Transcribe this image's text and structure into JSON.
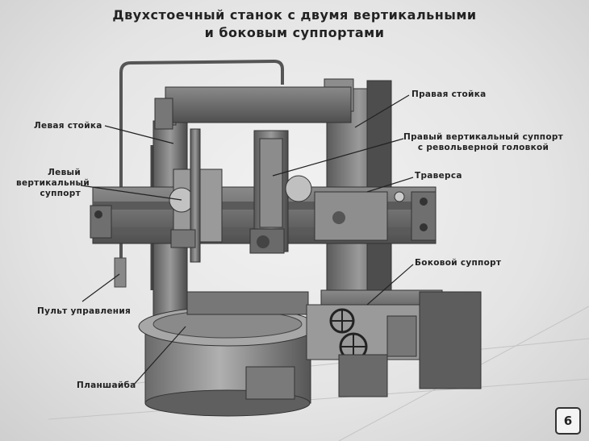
{
  "title": {
    "line1": "Двухстоечный станок с двумя вертикальными",
    "line2": "и боковым суппортами"
  },
  "labels": {
    "left_column": "Левая стойка",
    "left_vertical_support_1": "Левый",
    "left_vertical_support_2": "вертикальный",
    "left_vertical_support_3": "суппорт",
    "control_panel": "Пульт управления",
    "faceplate": "Планшайба",
    "right_column": "Правая стойка",
    "right_vertical_support_1": "Правый вертикальный суппорт",
    "right_vertical_support_2": "с револьверной головкой",
    "crossrail": "Траверса",
    "side_support": "Боковой суппорт"
  },
  "page_number": "6"
}
